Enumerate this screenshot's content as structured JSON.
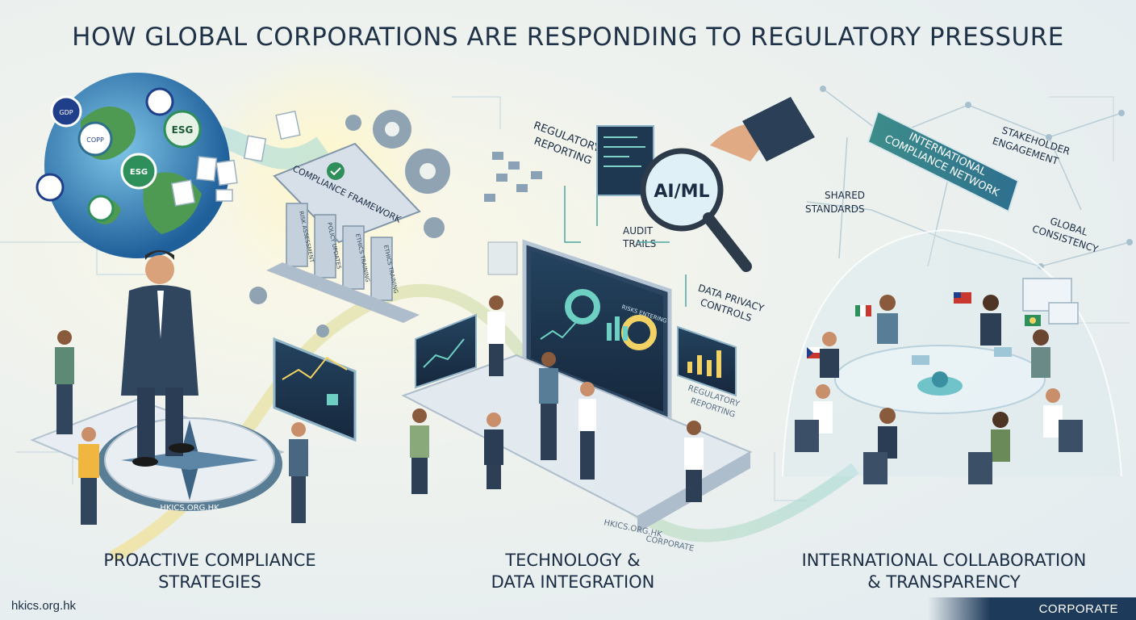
{
  "title": "HOW GLOBAL CORPORATIONS ARE RESPONDING TO REGULATORY PRESSURE",
  "sections": [
    {
      "label_line1": "PROACTIVE COMPLIANCE",
      "label_line2": "STRATEGIES"
    },
    {
      "label_line1": "TECHNOLOGY &",
      "label_line2": "DATA INTEGRATION"
    },
    {
      "label_line1": "INTERNATIONAL COLLABORATION",
      "label_line2": "& TRANSPARENCY"
    }
  ],
  "illustration": {
    "globe_badges": [
      "GDP",
      "COPP",
      "ESG",
      "ESG"
    ],
    "framework": {
      "title": "COMPLIANCE FRAMEWORK",
      "pillars": [
        "RISK ASSESSMENT",
        "POLICY UPDATES",
        "ETHICS TRAINING",
        "ETHICS TRAINING"
      ]
    },
    "compass_label": "HKICS.ORG.HK",
    "tech_labels": {
      "regulatory_reporting_line1": "REGULATORY",
      "regulatory_reporting_line2": "REPORTING",
      "audit_trails_line1": "AUDIT",
      "audit_trails_line2": "TRAILS",
      "data_privacy_line1": "DATA PRIVACY",
      "data_privacy_line2": "CONTROLS",
      "ai_ml": "AI/ML",
      "dashboard_header": "RISKS ENTERING",
      "screen_label_line1": "REGULATORY",
      "screen_label_line2": "REPORTING",
      "platform_label": "HKICS.ORG.HK",
      "path_label": "CORPORATE"
    },
    "collab_labels": {
      "network_line1": "INTERNATIONAL",
      "network_line2": "COMPLIANCE NETWORK",
      "stakeholder_line1": "STAKEHOLDER",
      "stakeholder_line2": "ENGAGEMENT",
      "shared_line1": "SHARED",
      "shared_line2": "STANDARDS",
      "global_line1": "GLOBAL",
      "global_line2": "CONSISTENCY"
    }
  },
  "footer": {
    "site": "hkics.org.hk",
    "tag": "CORPORATE"
  },
  "colors": {
    "navy": "#1b2d44",
    "teal": "#3a9c8e",
    "gold": "#f2d264",
    "accent_green": "#2f8f5a"
  }
}
